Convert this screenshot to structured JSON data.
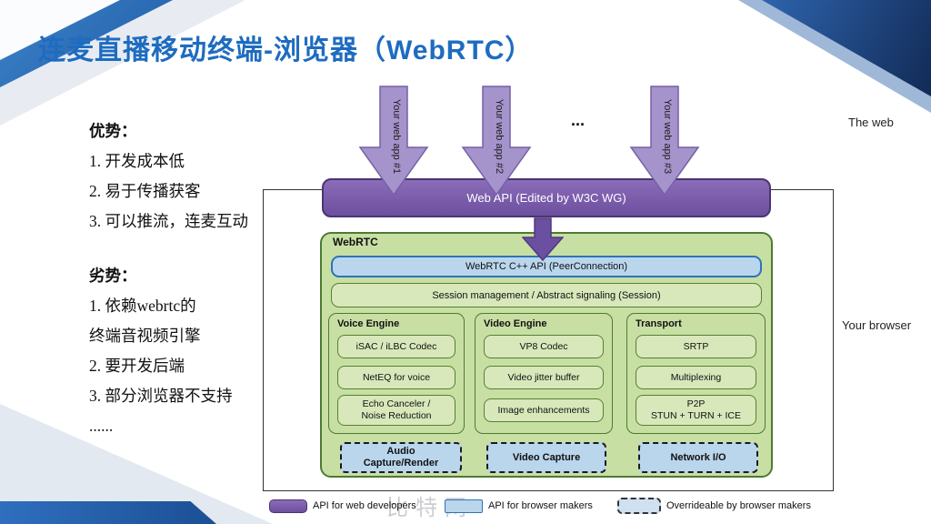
{
  "slide": {
    "title": "连麦直播移动终端-浏览器（WebRTC）",
    "left_panel": {
      "advantages_heading": "优势：",
      "advantages": [
        "1. 开发成本低",
        "2. 易于传播获客",
        "3. 可以推流，连麦互动"
      ],
      "disadvantages_heading": "劣势：",
      "disadvantages": [
        "1. 依赖webrtc的",
        "终端音视频引擎",
        "2. 要开发后端",
        "3. 部分浏览器不支持",
        "......"
      ]
    },
    "watermark": "比特网"
  },
  "diagram": {
    "labels": {
      "the_web": "The web",
      "your_browser": "Your browser",
      "ellipsis": "..."
    },
    "app_arrows": [
      "Your web app #1",
      "Your web app #2",
      "Your web app #3"
    ],
    "web_api": "Web API (Edited by W3C WG)",
    "webrtc": {
      "title": "WebRTC",
      "cpp_api": "WebRTC C++ API (PeerConnection)",
      "session": "Session management / Abstract signaling (Session)",
      "columns": [
        {
          "title": "Voice Engine",
          "items": [
            "iSAC / iLBC Codec",
            "NetEQ for voice",
            "Echo Canceler /\nNoise Reduction"
          ]
        },
        {
          "title": "Video Engine",
          "items": [
            "VP8 Codec",
            "Video jitter buffer",
            "Image enhancements"
          ]
        },
        {
          "title": "Transport",
          "items": [
            "SRTP",
            "Multiplexing",
            "P2P\nSTUN + TURN + ICE"
          ]
        }
      ],
      "capture_boxes": [
        "Audio\nCapture/Render",
        "Video Capture",
        "Network I/O"
      ]
    },
    "legend": [
      {
        "swatch": "purple",
        "label": "API for web developers"
      },
      {
        "swatch": "blue",
        "label": "API for browser makers"
      },
      {
        "swatch": "dashed",
        "label": "Overrideable by browser makers"
      }
    ],
    "colors": {
      "title_blue": "#1e6cc0",
      "web_api_purple": "#6d4fa0",
      "arrow_purple": "#a593cc",
      "webrtc_green": "#c8dfa4",
      "inner_green": "#d8e8ba",
      "green_border": "#4d7a31",
      "api_blue_fill": "#b9d6ec",
      "api_blue_border": "#2e74b5"
    }
  }
}
